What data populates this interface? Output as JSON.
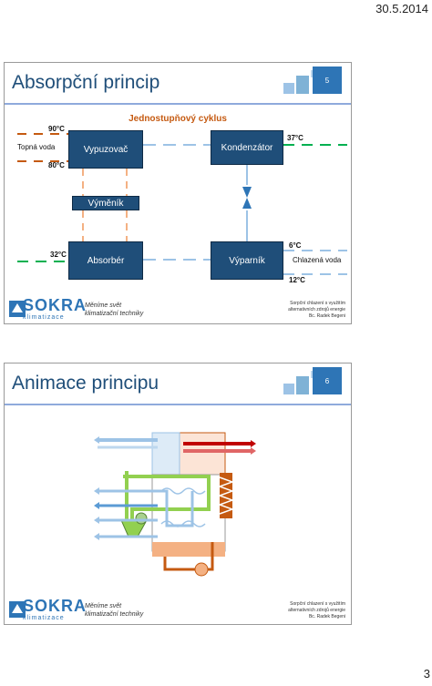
{
  "page": {
    "date": "30.5.2014",
    "number": "3"
  },
  "footer": {
    "logo_text": "SOKRA",
    "logo_sub": "klimatizace",
    "slogan_line1": "Měníme svět",
    "slogan_line2": "klimatizační techniky",
    "info_line1": "Sorpční chlazení s využitím",
    "info_line2": "alternativních zdrojů energie",
    "info_line3": "Bc. Radek Begeni"
  },
  "slide1": {
    "title": "Absorpční princip",
    "number": "5",
    "diagram_title": "Jednostupňový cyklus",
    "boxes": {
      "vypuzovac": "Vypuzovač",
      "kondenzator": "Kondenzátor",
      "vymenik": "Výměník",
      "absorber": "Absorbér",
      "vyparnik": "Výparník"
    },
    "labels": {
      "t90": "90°C",
      "topna_voda": "Topná voda",
      "t80": "80°C",
      "t37": "37°C",
      "t32": "32°C",
      "t6": "6°C",
      "chlazena_voda": "Chlazená voda",
      "t12": "12°C"
    },
    "colors": {
      "box": "#1f4e79",
      "hot": "#c55a11",
      "warm": "#f4b183",
      "cool": "#9dc3e6",
      "green": "#00b050"
    }
  },
  "slide2": {
    "title": "Animace principu",
    "number": "6"
  }
}
